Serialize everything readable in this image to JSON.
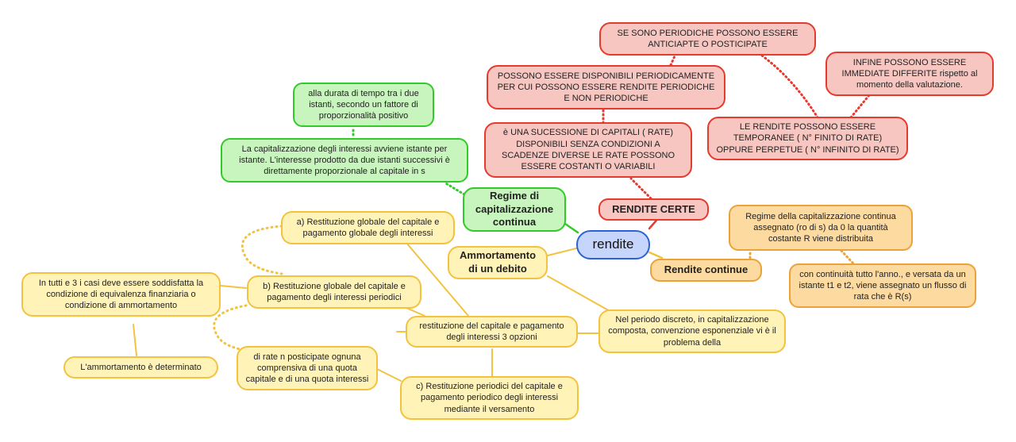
{
  "central": "rendite",
  "rendite_certe": {
    "title": "RENDITE CERTE",
    "definition": "è UNA SUCESSIONE DI CAPITALI ( RATE) DISPONIBILI SENZA  CONDIZIONI A SCADENZE DIVERSE LE RATE POSSONO ESSERE COSTANTI O VARIABILI",
    "disponibili": "POSSONO ESSERE DISPONIBILI PERIODICAMENTE PER CUI POSSONO ESSERE RENDITE PERIODICHE E NON PERIODICHE",
    "periodiche": "SE SONO PERIODICHE POSSONO ESSERE ANTICIAPTE O POSTICIPATE",
    "temporanee": "LE RENDITE POSSONO ESSERE TEMPORANEE ( N° FINITO DI RATE) OPPURE PERPETUE ( N° INFINITO DI RATE)",
    "immediate": "INFINE POSSONO ESSERE IMMEDIATE DIFFERITE rispetto al momento della valutazione."
  },
  "regime": {
    "title": "Regime di capitalizzazione continua",
    "desc": "La capitalizzazione degli interessi avviene istante per istante. L'interesse prodotto da due istanti successivi è direttamente proporzionale al capitale in s",
    "detail": "alla durata di tempo tra i due istanti, secondo un fattore di proporzionalità positivo"
  },
  "rendite_continue": {
    "title": "Rendite continue",
    "regime": "Regime della capitalizzazione continua assegnato (ro di s) da 0 la quantità costante R viene distribuita",
    "continuita": "con continuità tutto l'anno., e versata da un istante t1 e t2, viene assegnato un flusso di rata che è R(s)"
  },
  "ammortamento": {
    "title": "Ammortamento di un debito",
    "periodo": "Nel periodo discreto, in capitalizzazione composta, convenzione esponenziale vi è il problema della",
    "opzioni": "restituzione del capitale e pagamento degli interessi 3 opzioni",
    "opt_a": "a) Restituzione globale del capitale e pagamento globale degli interessi",
    "opt_b": "b) Restituzione globale del capitale e pagamento degli interessi periodici",
    "opt_c": "c) Restituzione periodici del capitale e pagamento periodico degli interessi mediante il versamento",
    "rate": "di rate n posticipate ognuna comprensiva di una quota capitale e di una quota interessi",
    "condizione": "In tutti e 3 i casi deve essere soddisfatta la condizione di equivalenza finanziaria o condizione di ammortamento",
    "determinato": "L'ammortamento è determinato"
  },
  "colors": {
    "red_fill": "#f8c6c1",
    "red_border": "#e63a2e",
    "green_fill": "#c8f5bd",
    "green_border": "#33c92a",
    "yellow_fill": "#fff3b8",
    "yellow_border": "#f2c341",
    "orange_fill": "#fddaa0",
    "orange_border": "#eca23a",
    "blue_fill": "#c5d5fb",
    "blue_border": "#2c62d6"
  }
}
